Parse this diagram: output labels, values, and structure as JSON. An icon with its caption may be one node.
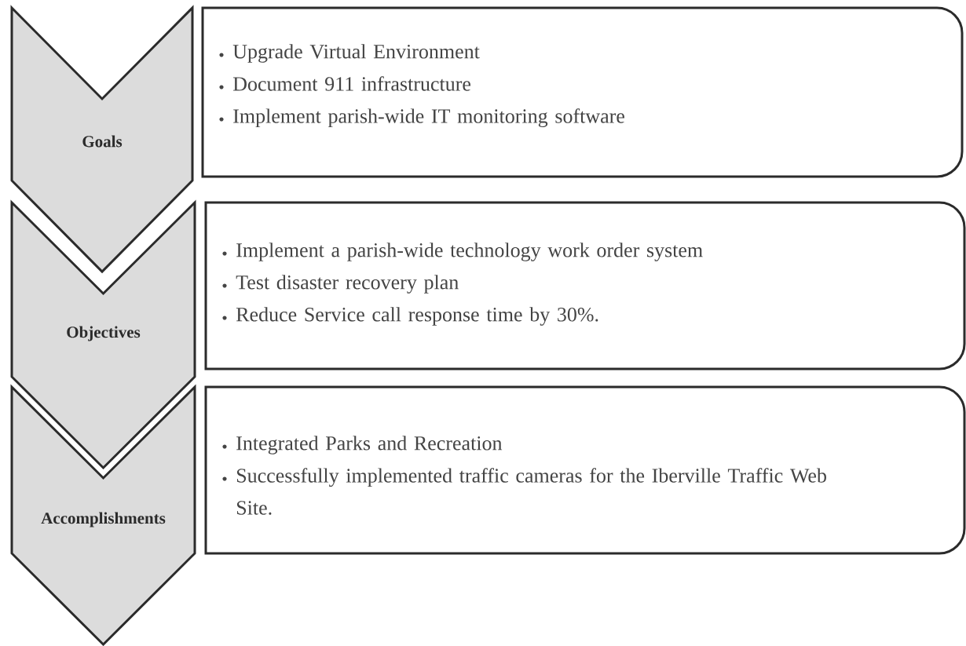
{
  "diagram": {
    "nodes": [
      {
        "text": [
          "Goals"
        ]
      },
      {
        "text": [
          "Upgrade Virtual Environment",
          "Document 911 infrastructure",
          "Implement parish-wide IT monitoring software"
        ]
      },
      {
        "text": [
          "Objectives"
        ]
      },
      {
        "text": [
          "Implement a parish-wide technology work order system",
          "Test disaster recovery plan",
          "Reduce Service call response time by 30%."
        ]
      },
      {
        "text": [
          "Accomplishments"
        ]
      },
      {
        "text": [
          "Integrated Parks and Recreation",
          "Successfully implemented traffic cameras for the Iberville Traffic Web Site."
        ]
      }
    ]
  }
}
